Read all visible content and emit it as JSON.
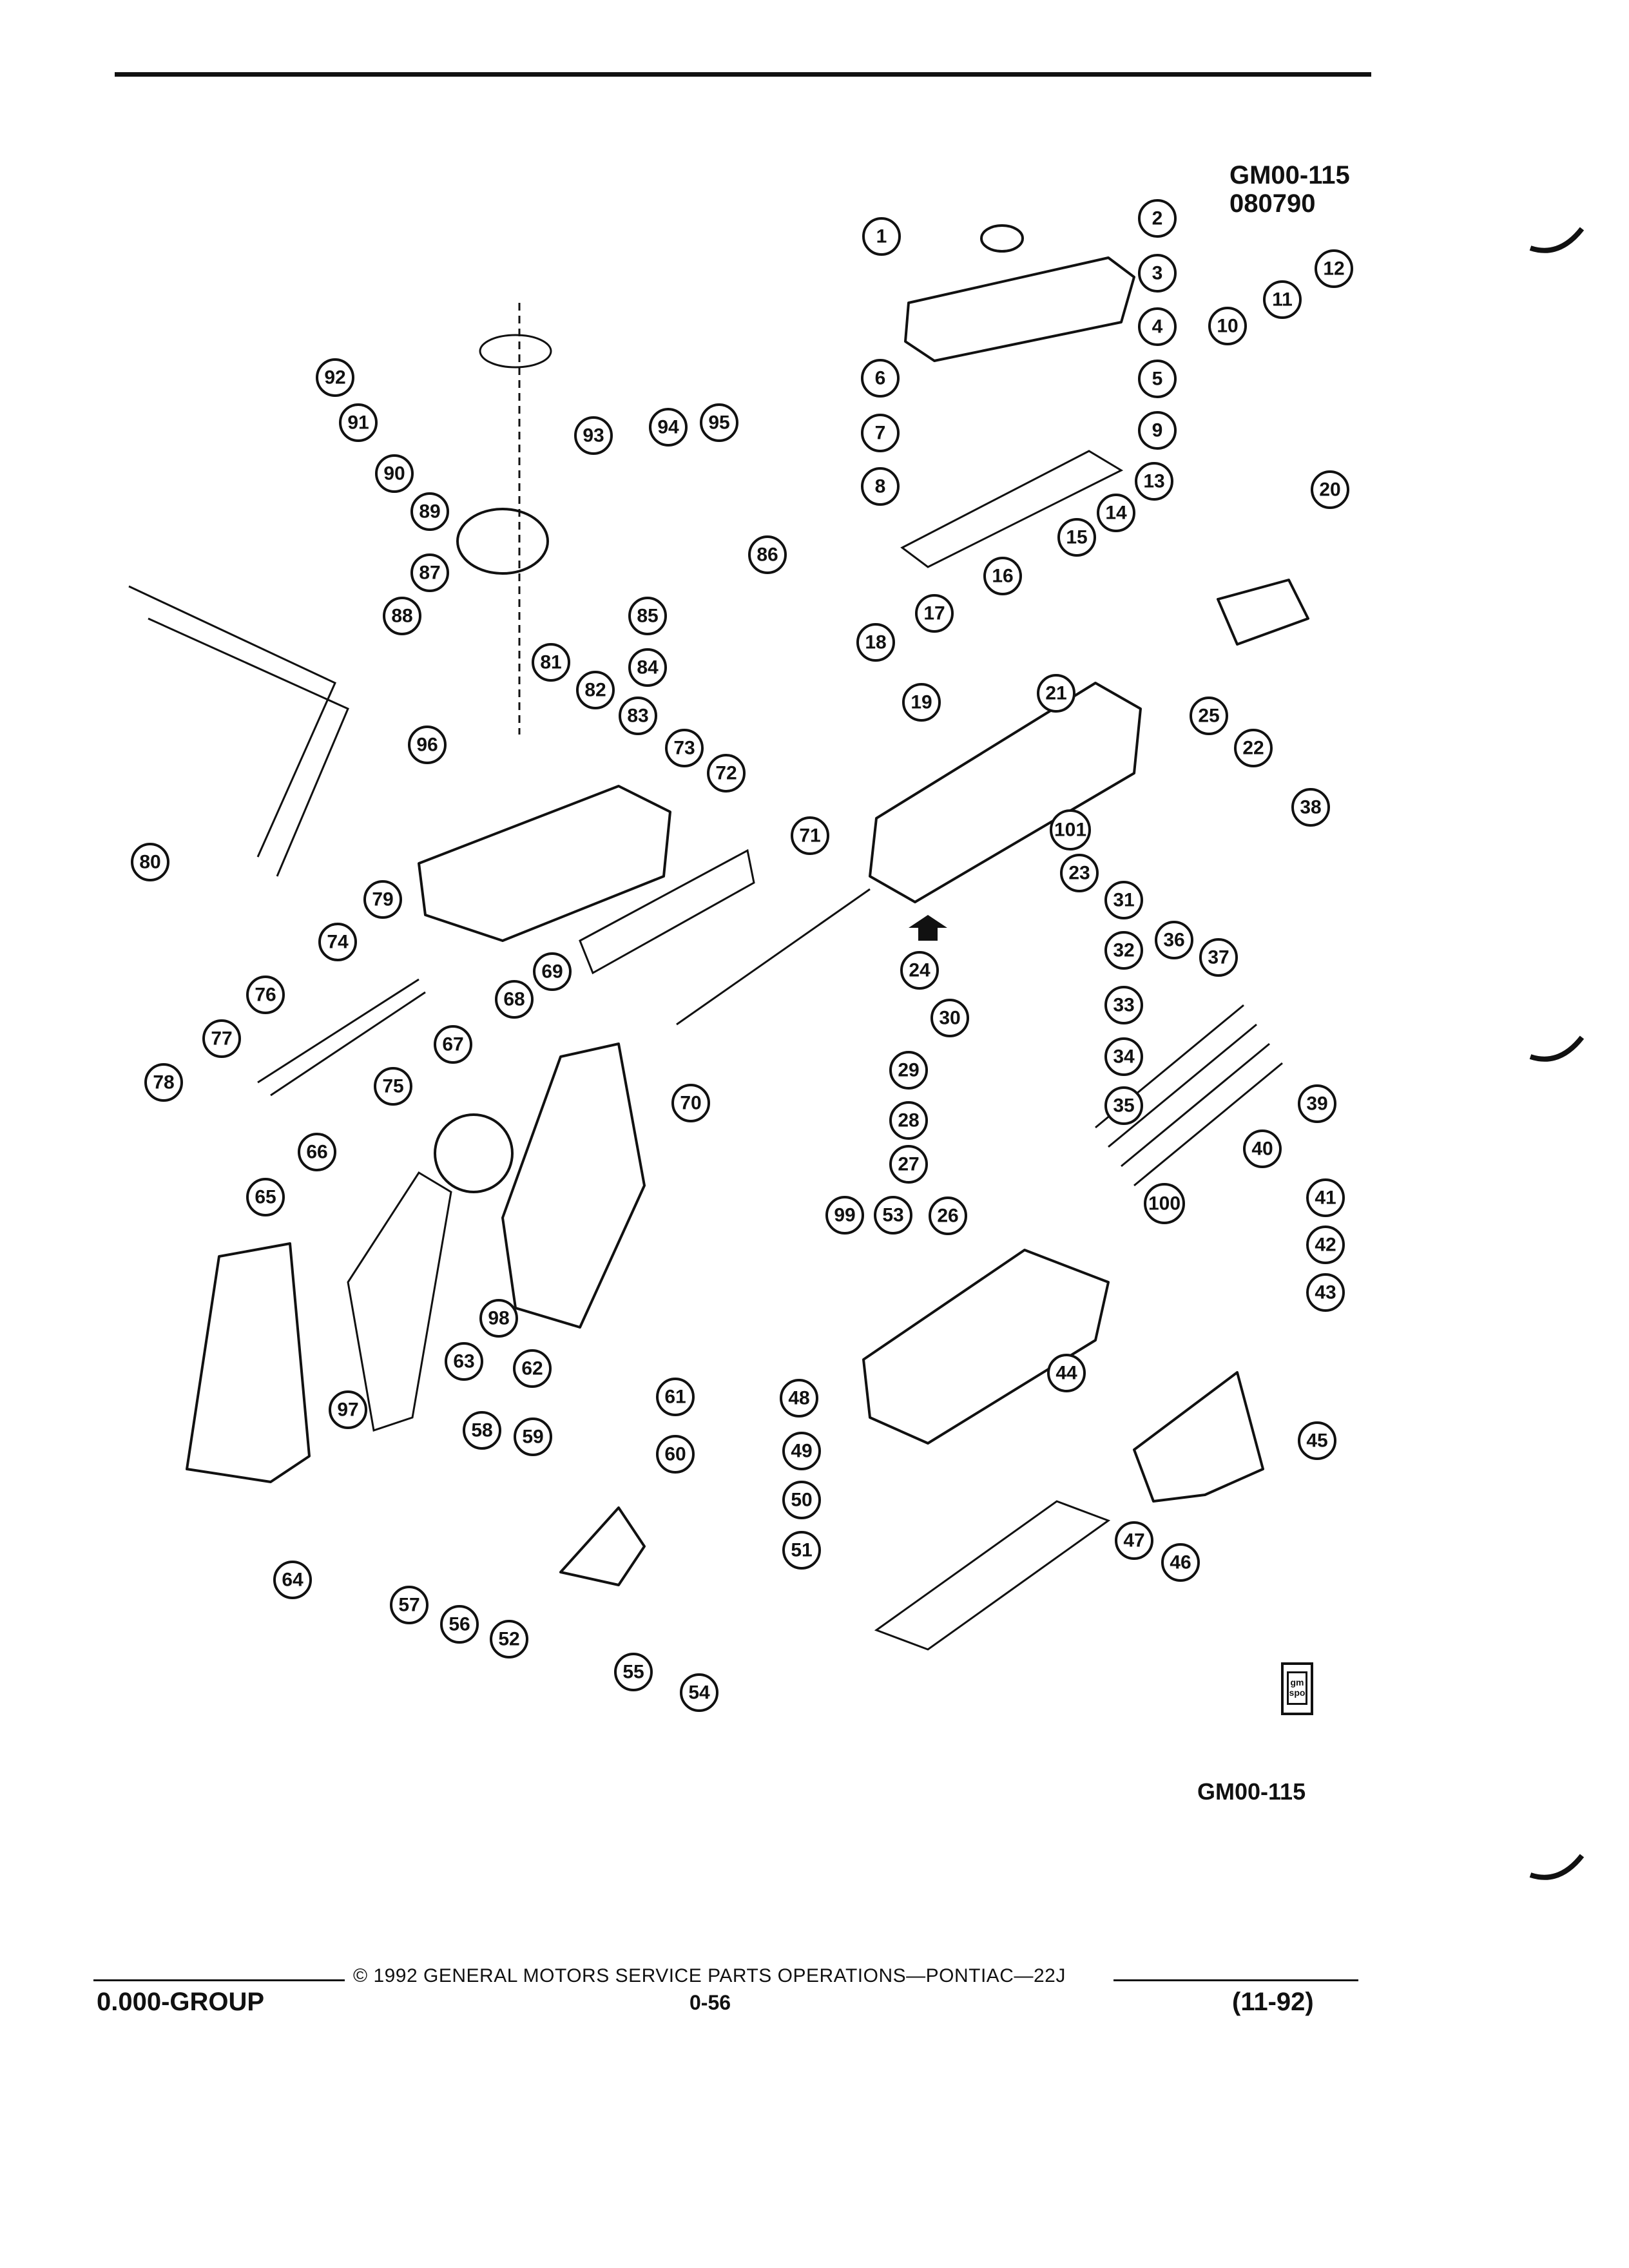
{
  "header": {
    "figure_code": "GM00-115",
    "figure_date": "080790"
  },
  "diagram": {
    "callouts": [
      "1",
      "2",
      "3",
      "4",
      "5",
      "6",
      "7",
      "8",
      "9",
      "10",
      "11",
      "12",
      "13",
      "14",
      "15",
      "16",
      "17",
      "18",
      "19",
      "20",
      "21",
      "22",
      "23",
      "24",
      "25",
      "26",
      "27",
      "28",
      "29",
      "30",
      "31",
      "32",
      "33",
      "34",
      "35",
      "36",
      "37",
      "38",
      "39",
      "40",
      "41",
      "42",
      "43",
      "44",
      "45",
      "46",
      "47",
      "48",
      "49",
      "50",
      "51",
      "52",
      "53",
      "54",
      "55",
      "56",
      "57",
      "58",
      "59",
      "60",
      "61",
      "62",
      "63",
      "64",
      "65",
      "66",
      "67",
      "68",
      "69",
      "70",
      "71",
      "72",
      "73",
      "74",
      "75",
      "76",
      "77",
      "78",
      "79",
      "80",
      "81",
      "82",
      "83",
      "84",
      "85",
      "86",
      "87",
      "88",
      "89",
      "90",
      "91",
      "92",
      "93",
      "94",
      "95",
      "96",
      "97",
      "98",
      "99",
      "100",
      "101"
    ],
    "bottom_code": "GM00-115",
    "logo_text": "gm spo"
  },
  "footer": {
    "copyright": "© 1992 GENERAL MOTORS SERVICE PARTS OPERATIONS—PONTIAC—22J",
    "group": "0.000-GROUP",
    "page": "0-56",
    "date": "(11-92)"
  }
}
